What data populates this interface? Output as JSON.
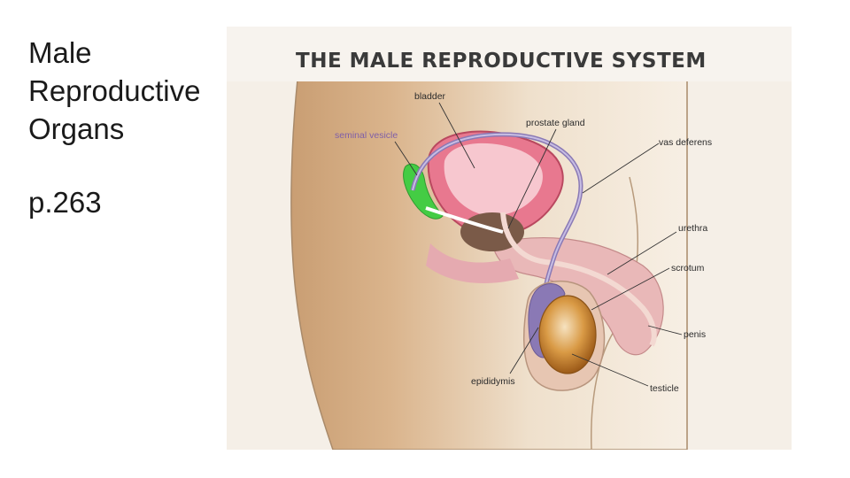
{
  "slide": {
    "title": "Male\nReproductive\nOrgans",
    "page_ref": "p.263"
  },
  "diagram": {
    "title": "THE MALE REPRODUCTIVE SYSTEM",
    "labels": {
      "bladder": "bladder",
      "seminal_vesicle": "seminal vesicle",
      "prostate_gland": "prostate gland",
      "vas_deferens": "vas deferens",
      "urethra": "urethra",
      "scrotum": "scrotum",
      "penis": "penis",
      "epididymis": "epididymis",
      "testicle": "testicle"
    },
    "colors": {
      "skin": "#d9b08a",
      "bladder": "#e8788f",
      "seminal_vesicle": "#44cc44",
      "prostate": "#7a5a48",
      "vas_deferens": "#8a79b5",
      "testicle": "#c9822a",
      "label_seminal_vesicle": "#7f5fa8"
    }
  }
}
